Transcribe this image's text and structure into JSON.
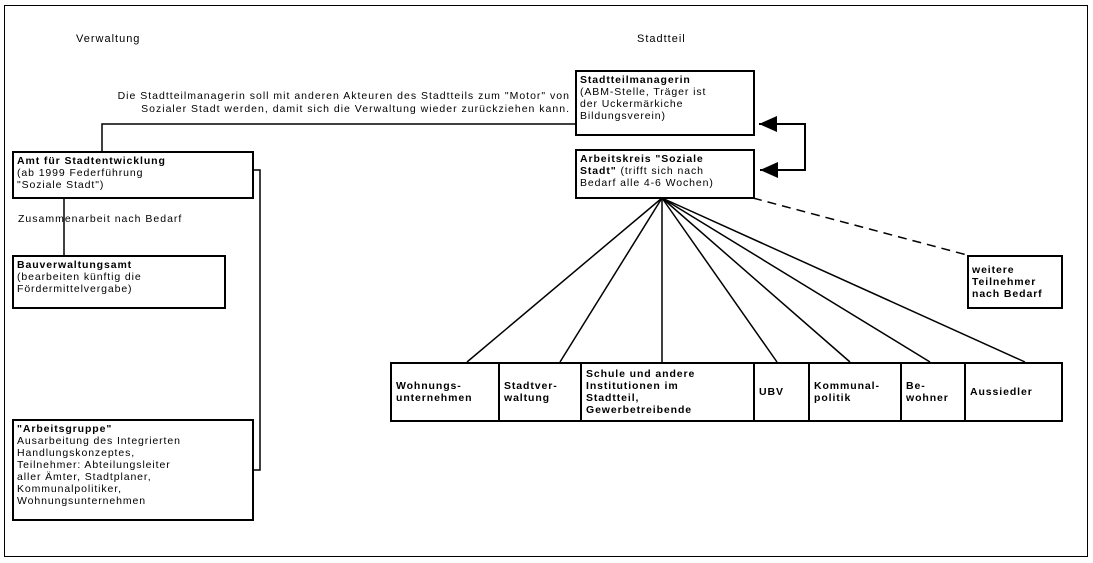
{
  "headings": {
    "left": "Verwaltung",
    "right": "Stadtteil"
  },
  "note": "Die Stadtteilmanagerin soll mit anderen Akteuren des Stadtteils zum \"Motor\" von\nSozialer Stadt werden, damit sich die Verwaltung wieder zurückziehen kann.",
  "boxes": {
    "amt": {
      "title": "Amt für Stadtentwicklung",
      "desc": "(ab 1999 Federführung\n\"Soziale Stadt\")"
    },
    "zusammenarbeit": "Zusammenarbeit nach Bedarf",
    "bauverwaltung": {
      "title": "Bauverwaltungsamt",
      "desc": "(bearbeiten künftig die\nFördermittelvergabe)"
    },
    "arbeitsgruppe": {
      "title": "\"Arbeitsgruppe\"",
      "desc": "Ausarbeitung des Integrierten\nHandlungskonzeptes,\nTeilnehmer: Abteilungsleiter\naller Ämter, Stadtplaner,\nKommunalpolitiker,\nWohnungsunternehmen"
    },
    "managerin": {
      "title": "Stadtteilmanagerin",
      "desc": "(ABM-Stelle, Träger ist\nder Uckermärkiche\nBildungsverein)"
    },
    "arbeitskreis": {
      "title": "Arbeitskreis \"Soziale\nStadt\"",
      "desc": " (trifft sich nach\nBedarf alle 4-6 Wochen)"
    },
    "weitere": "weitere\nTeilnehmer\nnach Bedarf"
  },
  "members": [
    "Wohnungs-\nunternehmen",
    "Stadtver-\nwaltung",
    "Schule und andere\nInstitutionen im\nStadtteil,\nGewerbetreibende",
    "UBV",
    "Kommunal-\npolitik",
    "Be-\nwohner",
    "Aussiedler"
  ]
}
